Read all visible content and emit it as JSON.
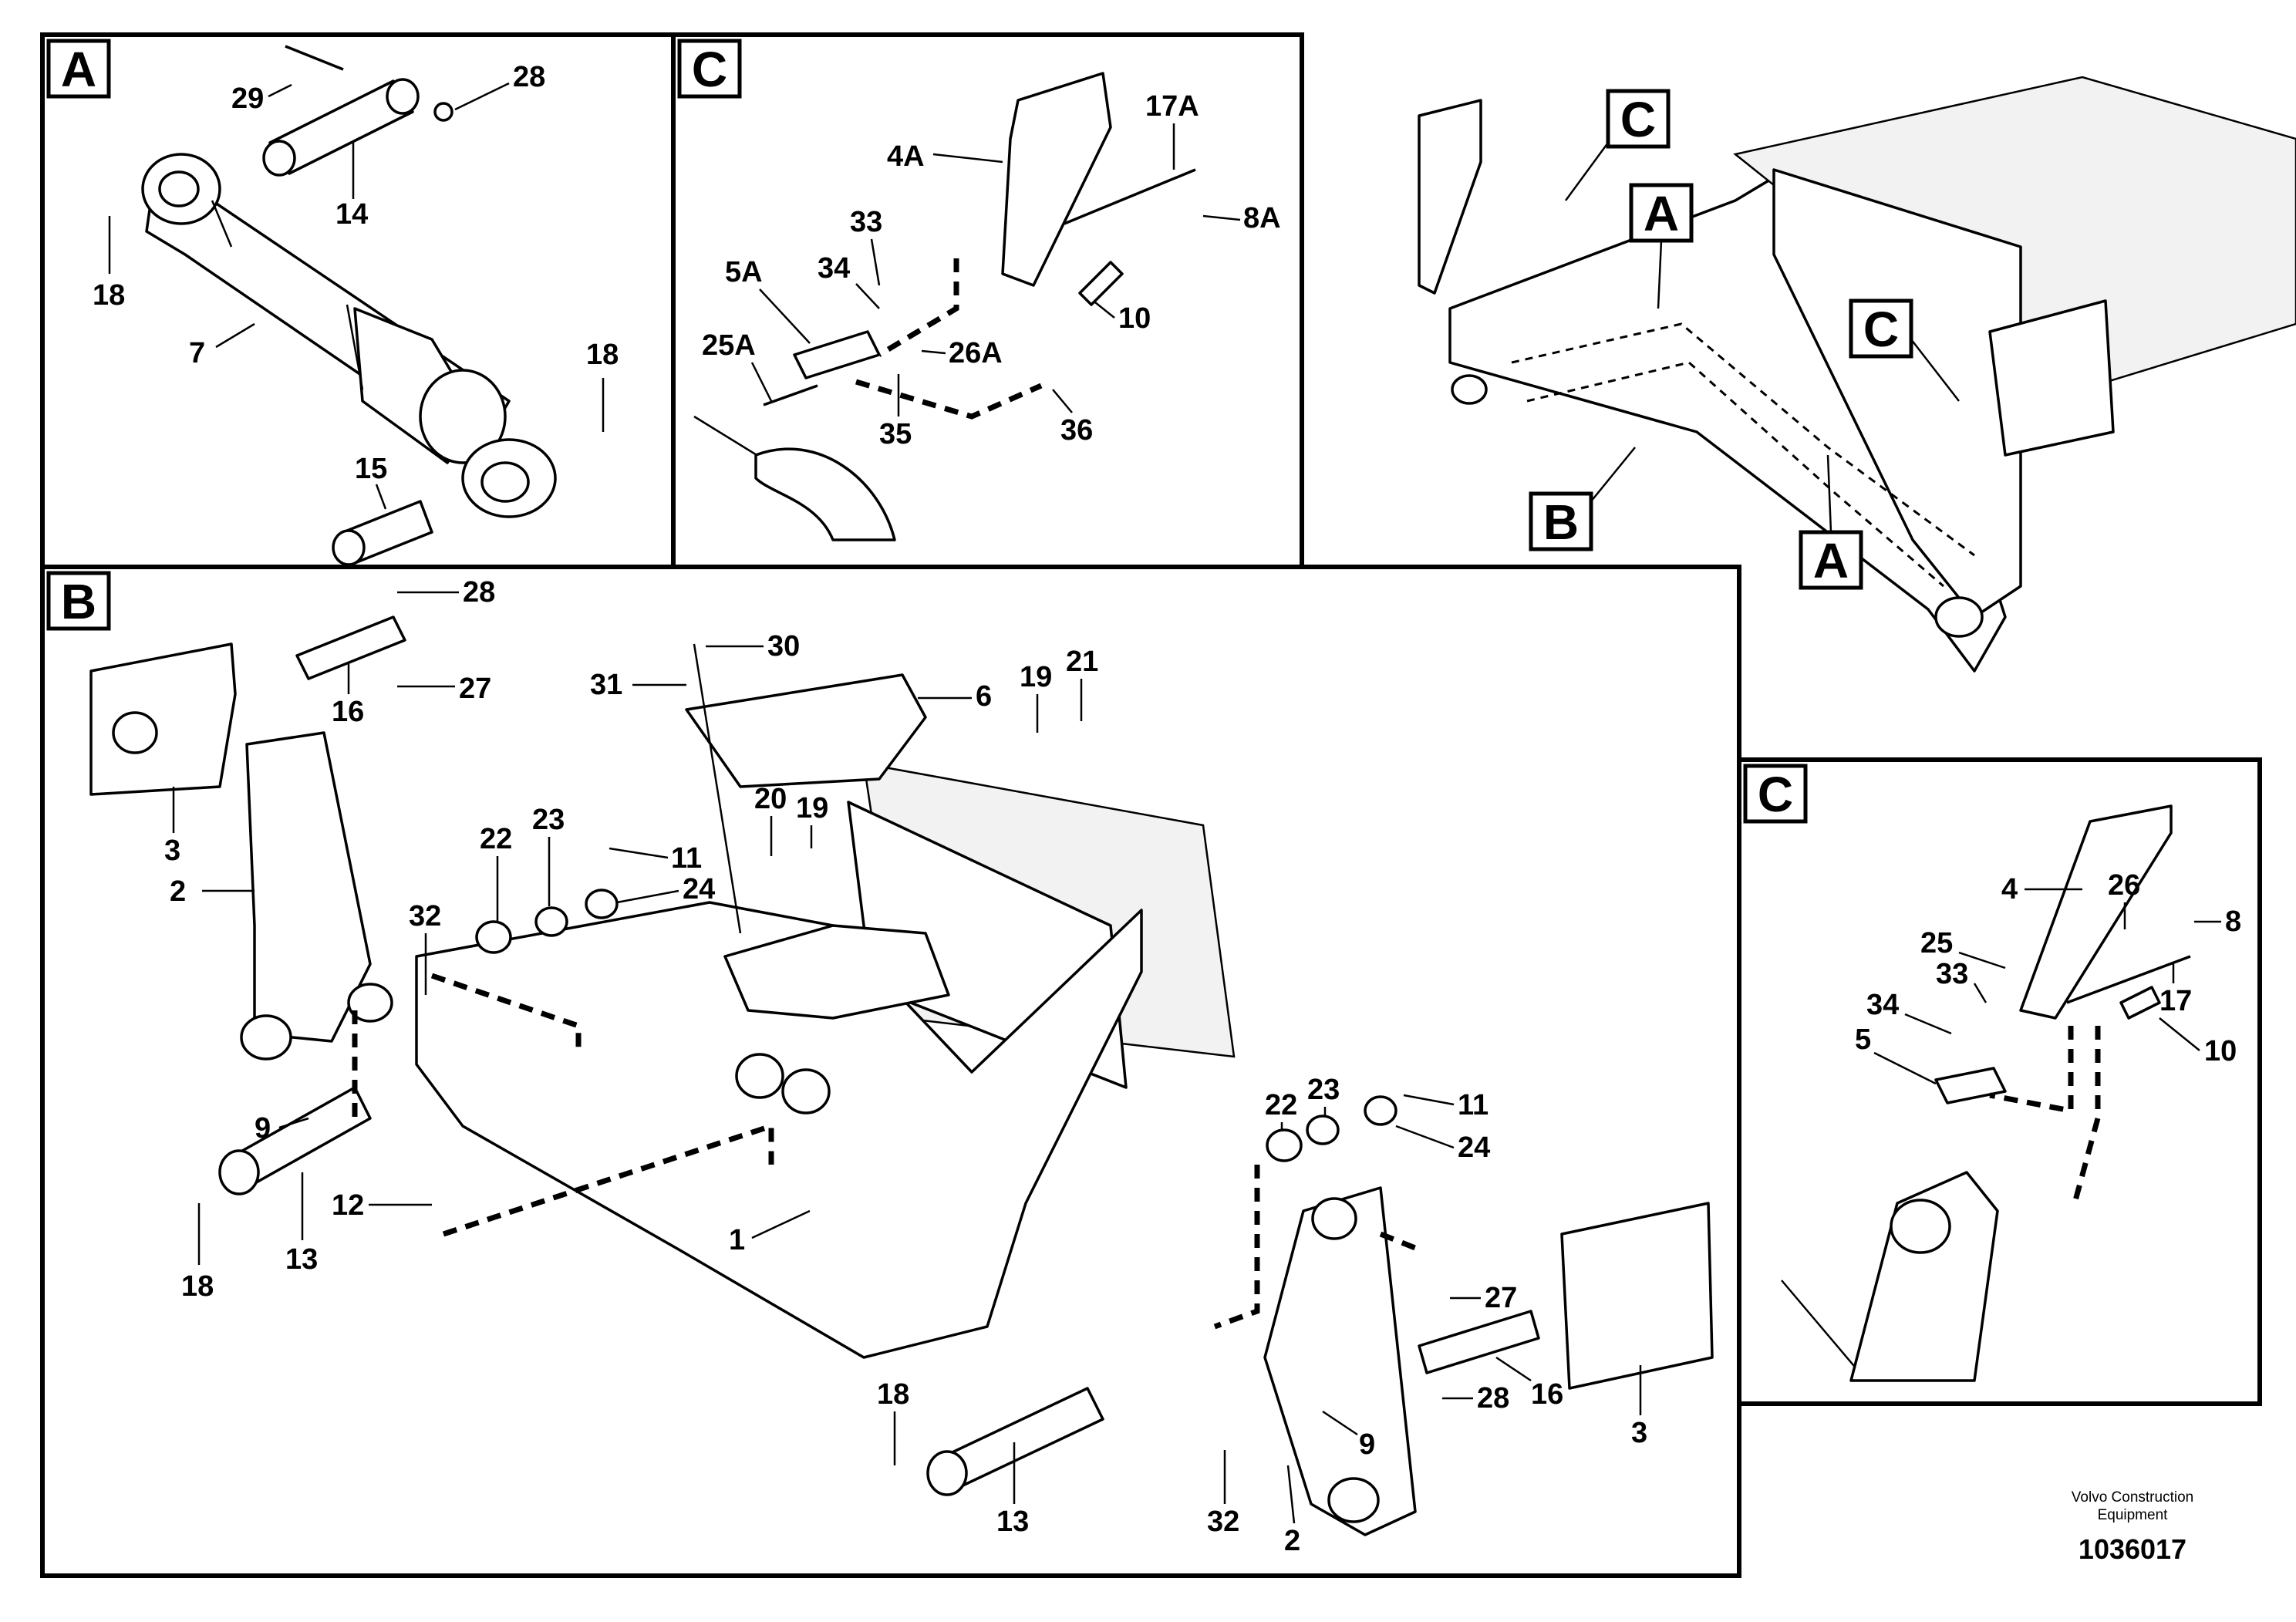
{
  "panels": {
    "A": {
      "badge": "A",
      "callouts": [
        "29",
        "28",
        "14",
        "18",
        "7",
        "18",
        "15"
      ]
    },
    "C_top": {
      "badge": "C",
      "callouts": [
        "17A",
        "4A",
        "8A",
        "33",
        "34",
        "5A",
        "10",
        "25A",
        "26A",
        "35",
        "36"
      ]
    },
    "overview": {
      "labels": [
        "C",
        "A",
        "C",
        "B",
        "A"
      ]
    },
    "B": {
      "badge": "B",
      "callouts": [
        "28",
        "27",
        "16",
        "3",
        "2",
        "30",
        "31",
        "6",
        "19",
        "21",
        "20",
        "19",
        "22",
        "23",
        "11",
        "24",
        "32",
        "9",
        "12",
        "18",
        "13",
        "1",
        "22",
        "23",
        "11",
        "24",
        "27",
        "16",
        "28",
        "3",
        "18",
        "13",
        "32",
        "2",
        "9"
      ]
    },
    "C_right": {
      "badge": "C",
      "callouts": [
        "4",
        "26",
        "8",
        "25",
        "33",
        "17",
        "34",
        "5",
        "10"
      ]
    }
  },
  "footer": {
    "maker_line1": "Volvo Construction",
    "maker_line2": "Equipment",
    "document_number": "1036017"
  }
}
